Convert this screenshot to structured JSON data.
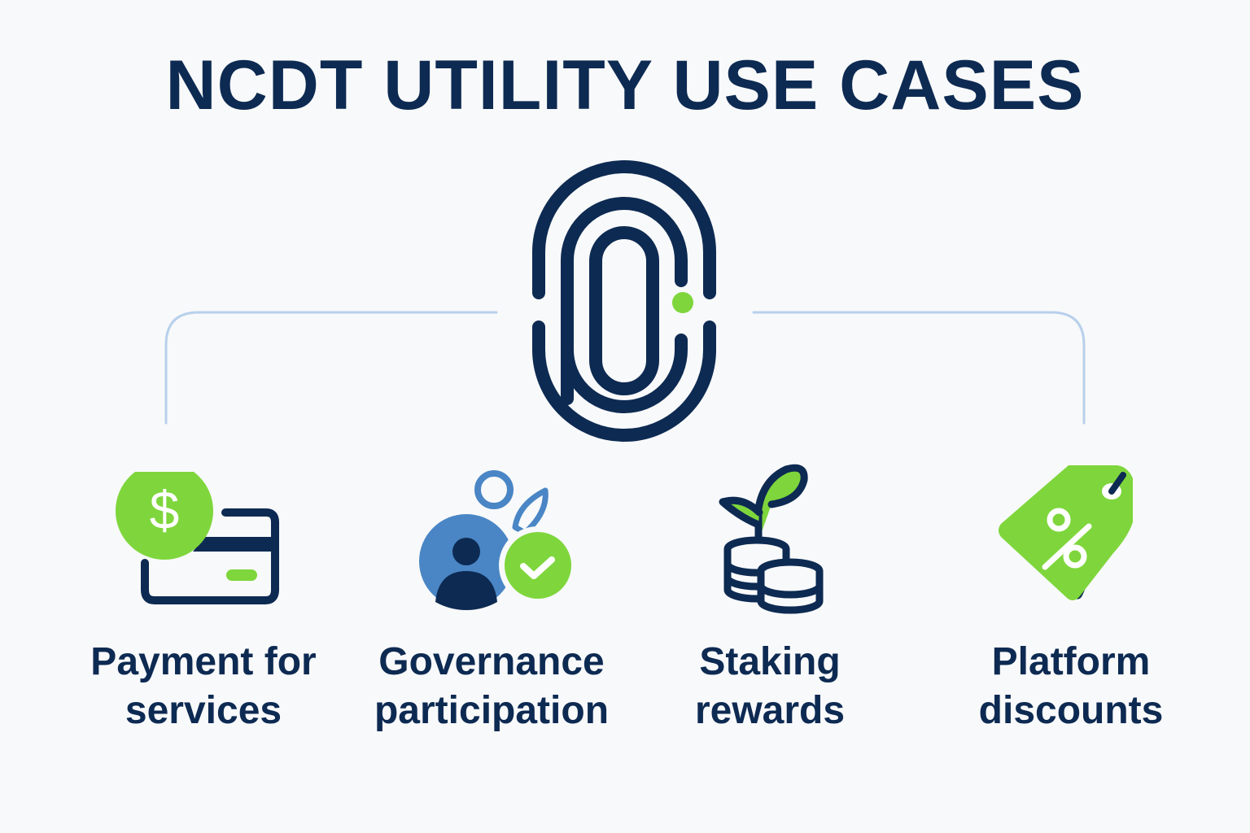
{
  "title": "NCDT UTILITY USE CASES",
  "colors": {
    "navy": "#0d2a52",
    "green": "#7ed63c",
    "blue": "#4a86c5",
    "connector": "#b8d0ec",
    "background": "#f8f9fa"
  },
  "logo": {
    "icon": "ncdt-fingerprint-logo-icon"
  },
  "use_cases": [
    {
      "icon": "payment-card-dollar-icon",
      "line1": "Payment for",
      "line2": "services"
    },
    {
      "icon": "governance-user-check-icon",
      "line1": "Governance",
      "line2": "participation"
    },
    {
      "icon": "staking-coins-plant-icon",
      "line1": "Staking",
      "line2": "rewards"
    },
    {
      "icon": "discount-tag-percent-icon",
      "line1": "Platform",
      "line2": "discounts"
    }
  ]
}
